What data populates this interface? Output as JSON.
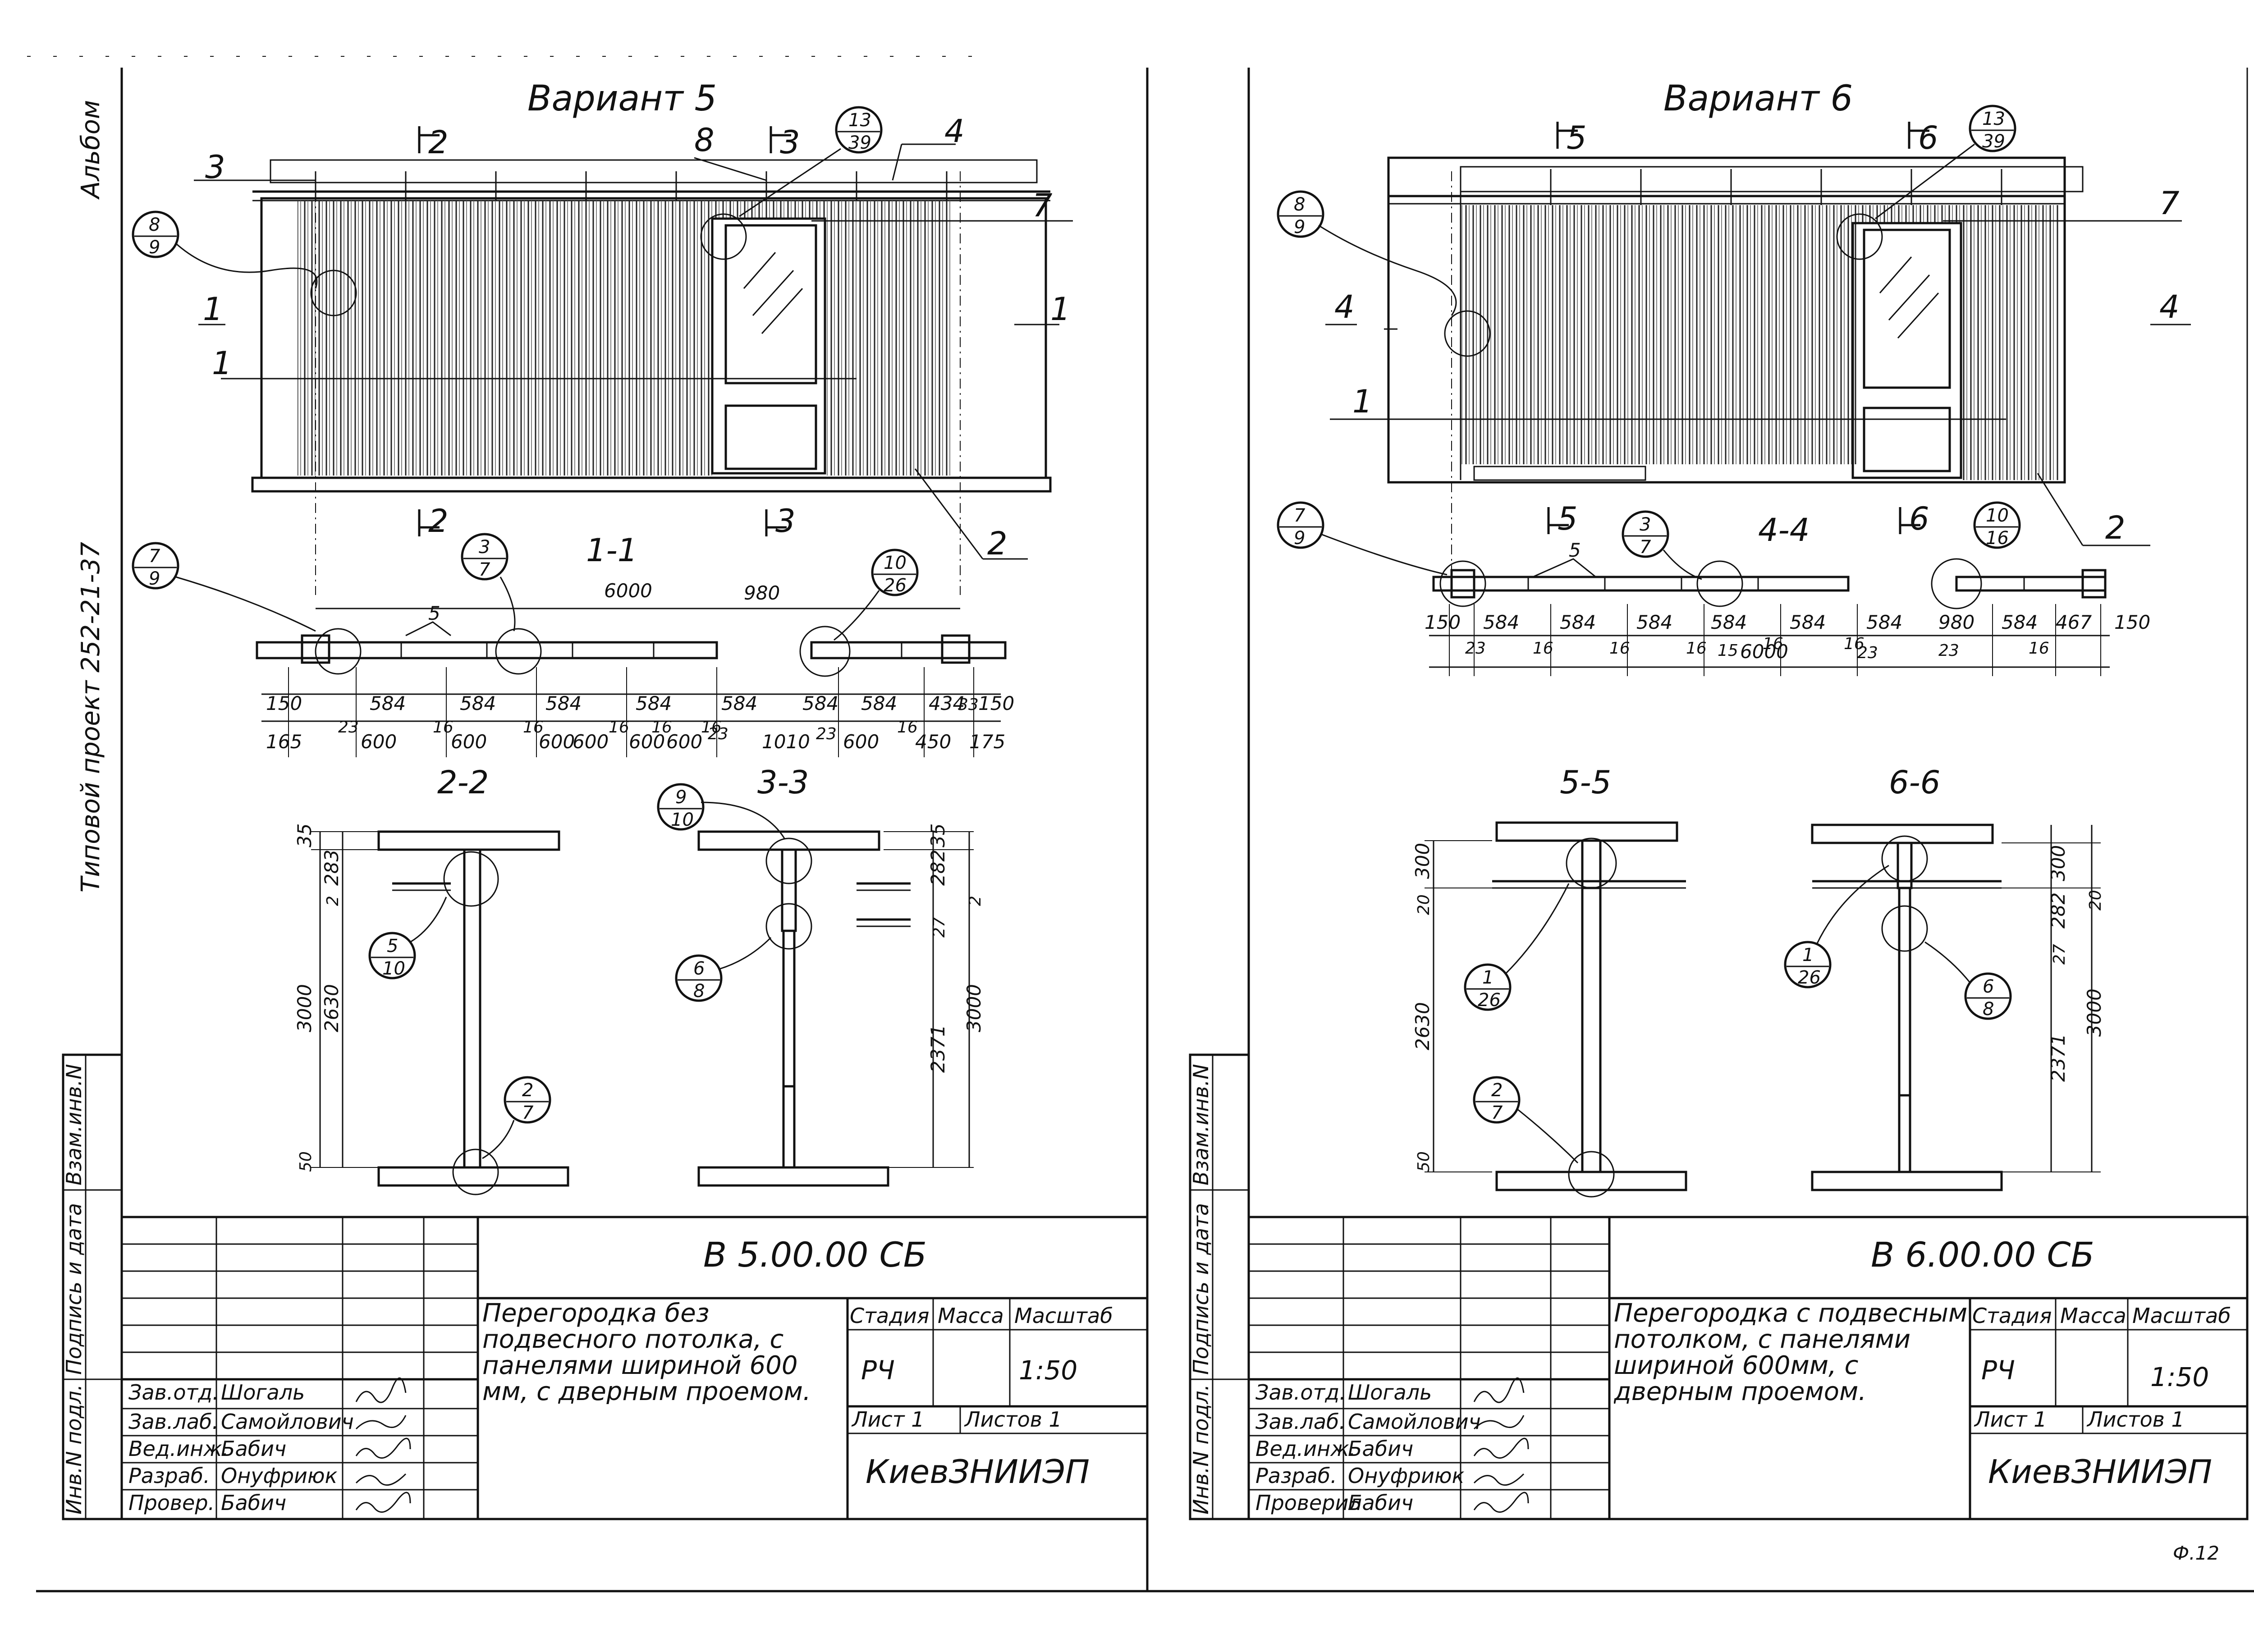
{
  "margin_left": {
    "album": "Альбом",
    "project": "Типовой проект 252-21-37"
  },
  "sheet5": {
    "variant_title": "Вариант 5",
    "section_main": "1-1",
    "section_a": "2-2",
    "section_b": "3-3",
    "overall_dim": "6000",
    "marks": {
      "s2": "2",
      "s3": "3",
      "s1": "1",
      "n1": "1",
      "n2": "2",
      "n3": "3",
      "n4": "4",
      "n5": "5",
      "n7": "7",
      "n8": "8"
    },
    "callouts": [
      {
        "top": "13",
        "bottom": "39"
      },
      {
        "top": "8",
        "bottom": "9"
      },
      {
        "top": "7",
        "bottom": "9"
      },
      {
        "top": "3",
        "bottom": "7"
      },
      {
        "top": "10",
        "bottom": "26"
      },
      {
        "top": "5",
        "bottom": "10"
      },
      {
        "top": "2",
        "bottom": "7"
      },
      {
        "top": "9",
        "bottom": "10"
      },
      {
        "top": "6",
        "bottom": "8"
      }
    ],
    "dims_row1": [
      "150",
      "584",
      "584",
      "584",
      "584",
      "584",
      "584",
      "980",
      "584",
      "434",
      "33",
      "150"
    ],
    "dims_row2": [
      "165",
      "23",
      "600",
      "16",
      "600",
      "16",
      "600",
      "16",
      "600",
      "16",
      "600",
      "16",
      "600",
      "23",
      "1010",
      "23",
      "600",
      "16",
      "450",
      "175"
    ],
    "dims_22": [
      "35",
      "283",
      "2",
      "2630",
      "3000",
      "50"
    ],
    "dims_33": [
      "35",
      "282",
      "27",
      "2",
      "2371",
      "3000"
    ],
    "code": "В 5.00.00 СБ",
    "description": "Перегородка без подвесного потолка, с панелями шириной 600 мм, с дверным проемом.",
    "stage_label": "Стадия",
    "mass_label": "Масса",
    "scale_label": "Масштаб",
    "stage": "РЧ",
    "scale": "1:50",
    "sheet_label": "Лист 1",
    "sheets_label": "Листов 1",
    "org": "КиевЗНИИЭП",
    "signers": [
      {
        "role": "Зав.отд.",
        "name": "Шогаль"
      },
      {
        "role": "Зав.лаб.",
        "name": "Самойлович"
      },
      {
        "role": "Вед.инж.",
        "name": "Бабич"
      },
      {
        "role": "Разраб.",
        "name": "Онуфриюк"
      },
      {
        "role": "Провер.",
        "name": "Бабич"
      }
    ],
    "side_labels": [
      "Инв.N подл.",
      "Подпись и дата",
      "Взам.инв.N"
    ]
  },
  "sheet6": {
    "variant_title": "Вариант 6",
    "section_main": "4-4",
    "section_a": "5-5",
    "section_b": "6-6",
    "overall_dim": "6000",
    "marks": {
      "s5": "5",
      "s6": "6",
      "s4": "4",
      "n1": "1",
      "n2": "2",
      "n5": "5",
      "n7": "7"
    },
    "callouts": [
      {
        "top": "13",
        "bottom": "39"
      },
      {
        "top": "8",
        "bottom": "9"
      },
      {
        "top": "7",
        "bottom": "9"
      },
      {
        "top": "3",
        "bottom": "7"
      },
      {
        "top": "10",
        "bottom": "16"
      },
      {
        "top": "1",
        "bottom": "26"
      },
      {
        "top": "2",
        "bottom": "7"
      },
      {
        "top": "1",
        "bottom": "26"
      },
      {
        "top": "6",
        "bottom": "8"
      }
    ],
    "dims_row1": [
      "150",
      "584",
      "584",
      "584",
      "584",
      "584",
      "584",
      "980",
      "584",
      "467",
      "150"
    ],
    "dims_row2": [
      "23",
      "16",
      "16",
      "16",
      "16",
      "15",
      "16",
      "23",
      "23",
      "16"
    ],
    "dims_55": [
      "20",
      "300",
      "2630",
      "50"
    ],
    "dims_66": [
      "300",
      "20",
      "282",
      "27",
      "2371",
      "3000"
    ],
    "code": "В 6.00.00 СБ",
    "description": "Перегородка с подвесным потолком, с панелями шириной 600мм, с дверным проемом.",
    "stage_label": "Стадия",
    "mass_label": "Масса",
    "scale_label": "Масштаб",
    "stage": "РЧ",
    "scale": "1:50",
    "sheet_label": "Лист 1",
    "sheets_label": "Листов 1",
    "org": "КиевЗНИИЭП",
    "signers": [
      {
        "role": "Зав.отд.",
        "name": "Шогаль"
      },
      {
        "role": "Зав.лаб.",
        "name": "Самойлович"
      },
      {
        "role": "Вед.инж.",
        "name": "Бабич"
      },
      {
        "role": "Разраб.",
        "name": "Онуфриюк"
      },
      {
        "role": "Проверил",
        "name": "Бабич"
      }
    ],
    "side_labels": [
      "Инв.N подл.",
      "Подпись и дата",
      "Взам.инв.N"
    ]
  },
  "page_number": "Ф.12"
}
